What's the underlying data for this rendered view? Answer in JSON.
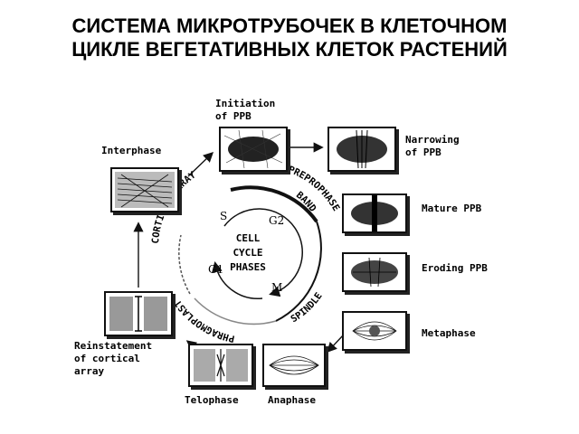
{
  "title": {
    "line1": "СИСТЕМА МИКРОТРУБОЧЕК В КЛЕТОЧНОМ",
    "line2": "ЦИКЛЕ ВЕГЕТАТИВНЫХ КЛЕТОК РАСТЕНИЙ"
  },
  "stages": {
    "initiation_line1": "Initiation",
    "initiation_line2": "of PPB",
    "interphase": "Interphase",
    "narrowing_line1": "Narrowing",
    "narrowing_line2": "of PPB",
    "mature": "Mature PPB",
    "eroding": "Eroding PPB",
    "metaphase": "Metaphase",
    "anaphase": "Anaphase",
    "telophase": "Telophase",
    "reinstatement_line1": "Reinstatement",
    "reinstatement_line2": "of cortical",
    "reinstatement_line3": "array"
  },
  "cycle": {
    "center_line1": "CELL",
    "center_line2": "CYCLE",
    "center_line3": "PHASES",
    "phase_s": "S",
    "phase_g2": "G2",
    "phase_m": "M",
    "phase_g1": "G1",
    "arc_cortical": "CORTICAL ARRAY",
    "arc_preprophase_1": "PREPROPHASE",
    "arc_preprophase_2": "BAND",
    "arc_spindle": "SPINDLE",
    "arc_phragmoplast": "PHRAGMOPLAST"
  }
}
